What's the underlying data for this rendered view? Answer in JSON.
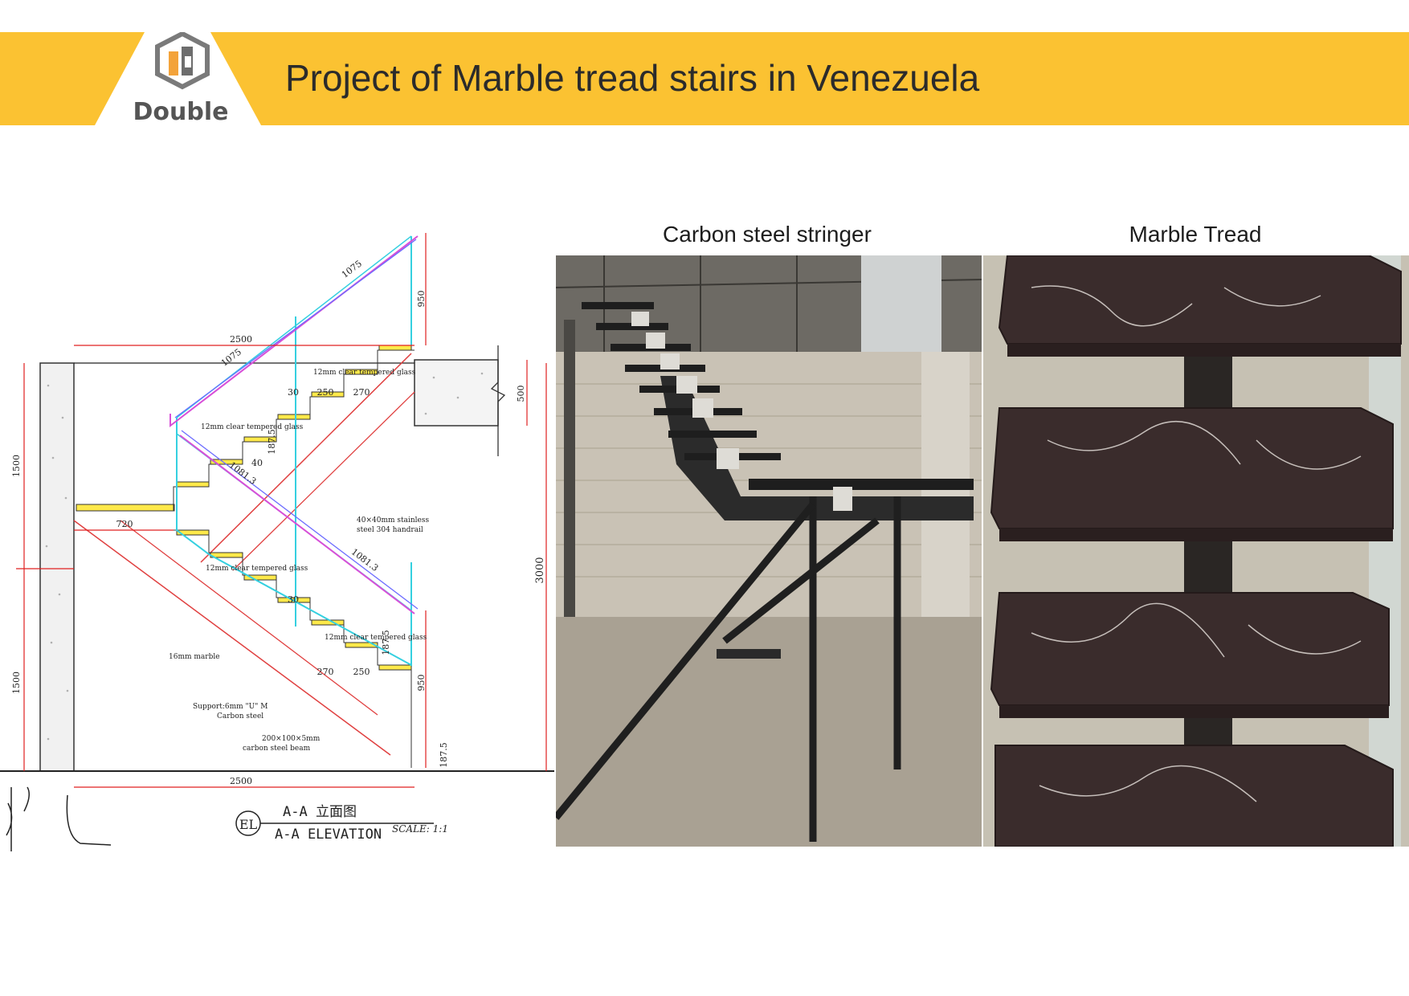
{
  "header": {
    "title": "Project of Marble tread stairs in Venezuela",
    "logo_text": "Double",
    "banner_color": "#fbc232"
  },
  "captions": {
    "stringer": "Carbon steel stringer",
    "tread": "Marble Tread"
  },
  "drawing": {
    "title_cn": "A-A 立面图",
    "title_en": "A-A ELEVATION",
    "scale": "SCALE: 1:1",
    "mark": "EL",
    "dims": {
      "top_width": "2500",
      "bottom_width": "2500",
      "left_upper": "1500",
      "left_lower": "1500",
      "right_total": "3000",
      "rail_top": "950",
      "rail_bottom": "950",
      "slab": "500",
      "landing": "720",
      "rail_len_1": "1075",
      "rail_len_2": "1075",
      "rail_diag_1": "1081.3",
      "rail_diag_2": "1081.3",
      "going_a": "250",
      "going_b": "270",
      "going_c": "270",
      "going_d": "250",
      "riser_a": "187.5",
      "riser_b": "187.5",
      "riser_c": "187.5",
      "gap_a": "30",
      "gap_b": "30",
      "gap_c": "40"
    },
    "notes": {
      "glass_1": "12mm clear tempered glass",
      "glass_2": "12mm clear tempered glass",
      "glass_3": "12mm clear tempered glass",
      "glass_4": "12mm clear tempered glass",
      "handrail_1": "40×40mm stainless",
      "handrail_2": "steel 304 handrail",
      "marble": "16mm marble",
      "support_1": "Support:6mm \"U\" M",
      "support_2": "Carbon steel",
      "beam_1": "200×100×5mm",
      "beam_2": "carbon steel beam"
    }
  }
}
